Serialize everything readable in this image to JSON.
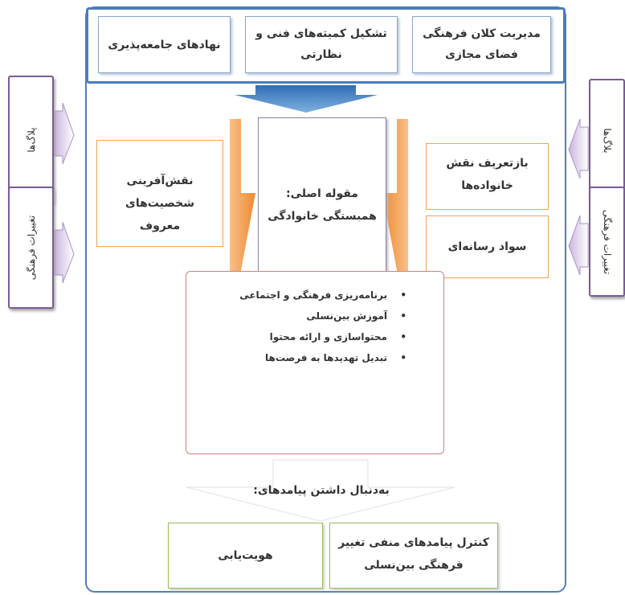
{
  "top_boxes": {
    "macro_management": "مدیریت کلان فرهنگی فضای مجازی",
    "committees": "تشکیل کمیته‌های فنی و نظارتی",
    "socializing_institutions": "نهادهای جامعه‌پذیری"
  },
  "left_side": {
    "platforms": "پلاگ‌ها",
    "cultural_changes": "تغییرات فرهنگی"
  },
  "right_side": {
    "platforms": "بلاگ‌ها",
    "cultural_changes": "تغییرات فرهنگی"
  },
  "left_box": "نقش‌آفرینی شخصیت‌های معروف",
  "center_box": {
    "line1": "مقوله اصلی:",
    "line2": "همبستگی خانوادگی"
  },
  "right_boxes": {
    "redefine_role": "بازتعریف نقش خانواده‌ها",
    "media_literacy": "سواد رسانه‌ای"
  },
  "bullets": [
    "برنامه‌ریزی فرهنگی و اجتماعی",
    "آموزش بین‌نسلی",
    "محتواسازی و ارائه محتوا",
    "تبدیل تهدیدها به فرصت‌ها"
  ],
  "consequences_label": "به‌دنبال داشتن پیامدهای:",
  "bottom_boxes": {
    "control": "کنترل پیامدهای منفی تغییر فرهنگی بین‌نسلی",
    "identity": "هویت‌یابی"
  },
  "colors": {
    "frame_blue": "#4f7fb8",
    "orange_arrow": "#f29a45",
    "purple_side": "#7b5a97",
    "green_border": "#9bbb59",
    "red_border": "#d48080"
  }
}
